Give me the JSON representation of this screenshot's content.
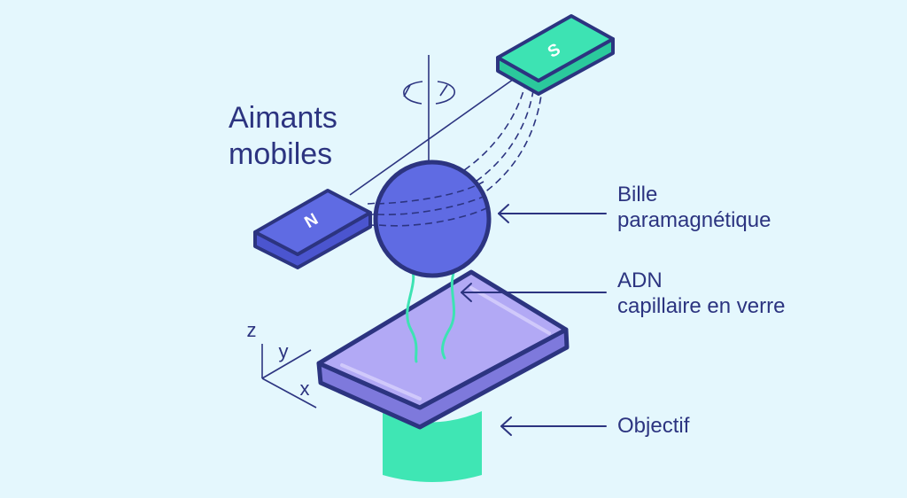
{
  "labels": {
    "moving_magnets_line1": "Aimants",
    "moving_magnets_line2": "mobiles",
    "bead_line1": "Bille",
    "bead_line2": "paramagnétique",
    "dna": "ADN",
    "glass_capillary": "capillaire en verre",
    "objective": "Objectif"
  },
  "magnets": {
    "north": "N",
    "south": "S"
  },
  "axes": {
    "z": "z",
    "y": "y",
    "x": "x"
  },
  "icons": [
    "rotation-arrow-icon"
  ],
  "colors": {
    "background": "#e4f7fd",
    "outline": "#2c3480",
    "magnet_north": "#5f6be3",
    "magnet_south": "#3de3b3",
    "bead": "#5f6be3",
    "capillary": "#b2a9f5",
    "objective": "#3fe6b4",
    "dna": "#3de3b3"
  }
}
